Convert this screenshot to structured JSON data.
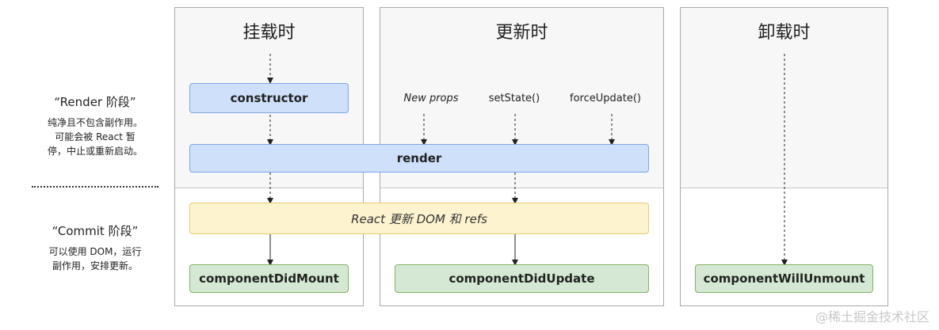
{
  "columns": {
    "mount": {
      "title": "挂载时"
    },
    "update": {
      "title": "更新时"
    },
    "unmount": {
      "title": "卸载时"
    }
  },
  "phases": {
    "render": {
      "title": "“Render 阶段”",
      "desc_lines": [
        "纯净且不包含副作用。",
        "可能会被 React 暂",
        "停，中止或重新启动。"
      ]
    },
    "commit": {
      "title": "“Commit 阶段”",
      "desc_lines": [
        "可以使用 DOM，运行",
        "副作用，安排更新。"
      ]
    }
  },
  "triggers": [
    "New props",
    "setState()",
    "forceUpdate()"
  ],
  "boxes": {
    "constructor": "constructor",
    "render": "render",
    "react_update": "React 更新 DOM 和 refs",
    "did_mount": "componentDidMount",
    "did_update": "componentDidUpdate",
    "will_unmount": "componentWillUnmount"
  },
  "watermark": "@稀土掘金技术社区",
  "colors": {
    "render_box_fill": "#cfe0fb",
    "commit_box_fill": "#fdf3cf",
    "lifecycle_box_fill": "#d5e8d4"
  }
}
